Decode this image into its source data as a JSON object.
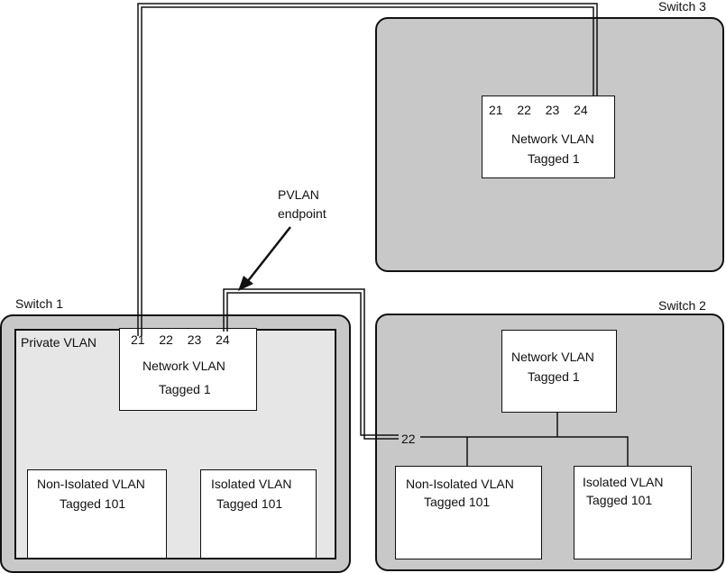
{
  "switch3": {
    "title": "Switch 3",
    "ports": [
      "21",
      "22",
      "23",
      "24"
    ],
    "vlan_name": "Network VLAN",
    "vlan_tag": "Tagged 1"
  },
  "annotation": {
    "line1": "PVLAN",
    "line2": "endpoint"
  },
  "switch1": {
    "title": "Switch 1",
    "area_label": "Private VLAN",
    "ports": [
      "21",
      "22",
      "23",
      "24"
    ],
    "network_vlan_name": "Network VLAN",
    "network_vlan_tag": "Tagged 1",
    "nonisolated_name": "Non-Isolated VLAN",
    "nonisolated_tag": "Tagged 101",
    "isolated_name": "Isolated VLAN",
    "isolated_tag": "Tagged 101"
  },
  "switch2": {
    "title": "Switch 2",
    "port": "22",
    "network_vlan_name": "Network VLAN",
    "network_vlan_tag": "Tagged 1",
    "nonisolated_name": "Non-Isolated VLAN",
    "nonisolated_tag": "Tagged 101",
    "isolated_name": "Isolated VLAN",
    "isolated_tag": "Tagged 101"
  }
}
